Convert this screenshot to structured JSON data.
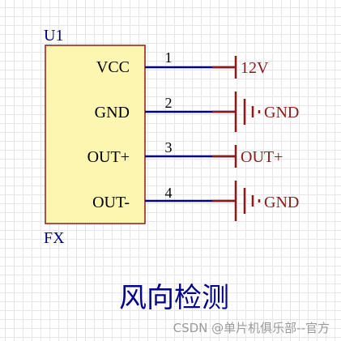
{
  "component": {
    "designator": "U1",
    "value": "FX",
    "pins": [
      {
        "number": "1",
        "name": "VCC"
      },
      {
        "number": "2",
        "name": "GND"
      },
      {
        "number": "3",
        "name": "OUT+"
      },
      {
        "number": "4",
        "name": "OUT-"
      }
    ]
  },
  "nets": [
    {
      "label": "12V",
      "symbol": "power-bar"
    },
    {
      "label": "GND",
      "symbol": "ground"
    },
    {
      "label": "OUT+",
      "symbol": "power-bar"
    },
    {
      "label": "GND",
      "symbol": "ground"
    }
  ],
  "title": "风向检测",
  "watermark": "CSDN @单片机俱乐部--官方",
  "colors": {
    "component_fill": "#fdf6b0",
    "component_border": "#8b1a1a",
    "wire": "#000080",
    "net_symbol": "#8b1a1a",
    "designator_text": "#000080",
    "pin_name_text": "#000000",
    "title_text": "#00008b",
    "watermark_text": "#9a9a9a"
  }
}
